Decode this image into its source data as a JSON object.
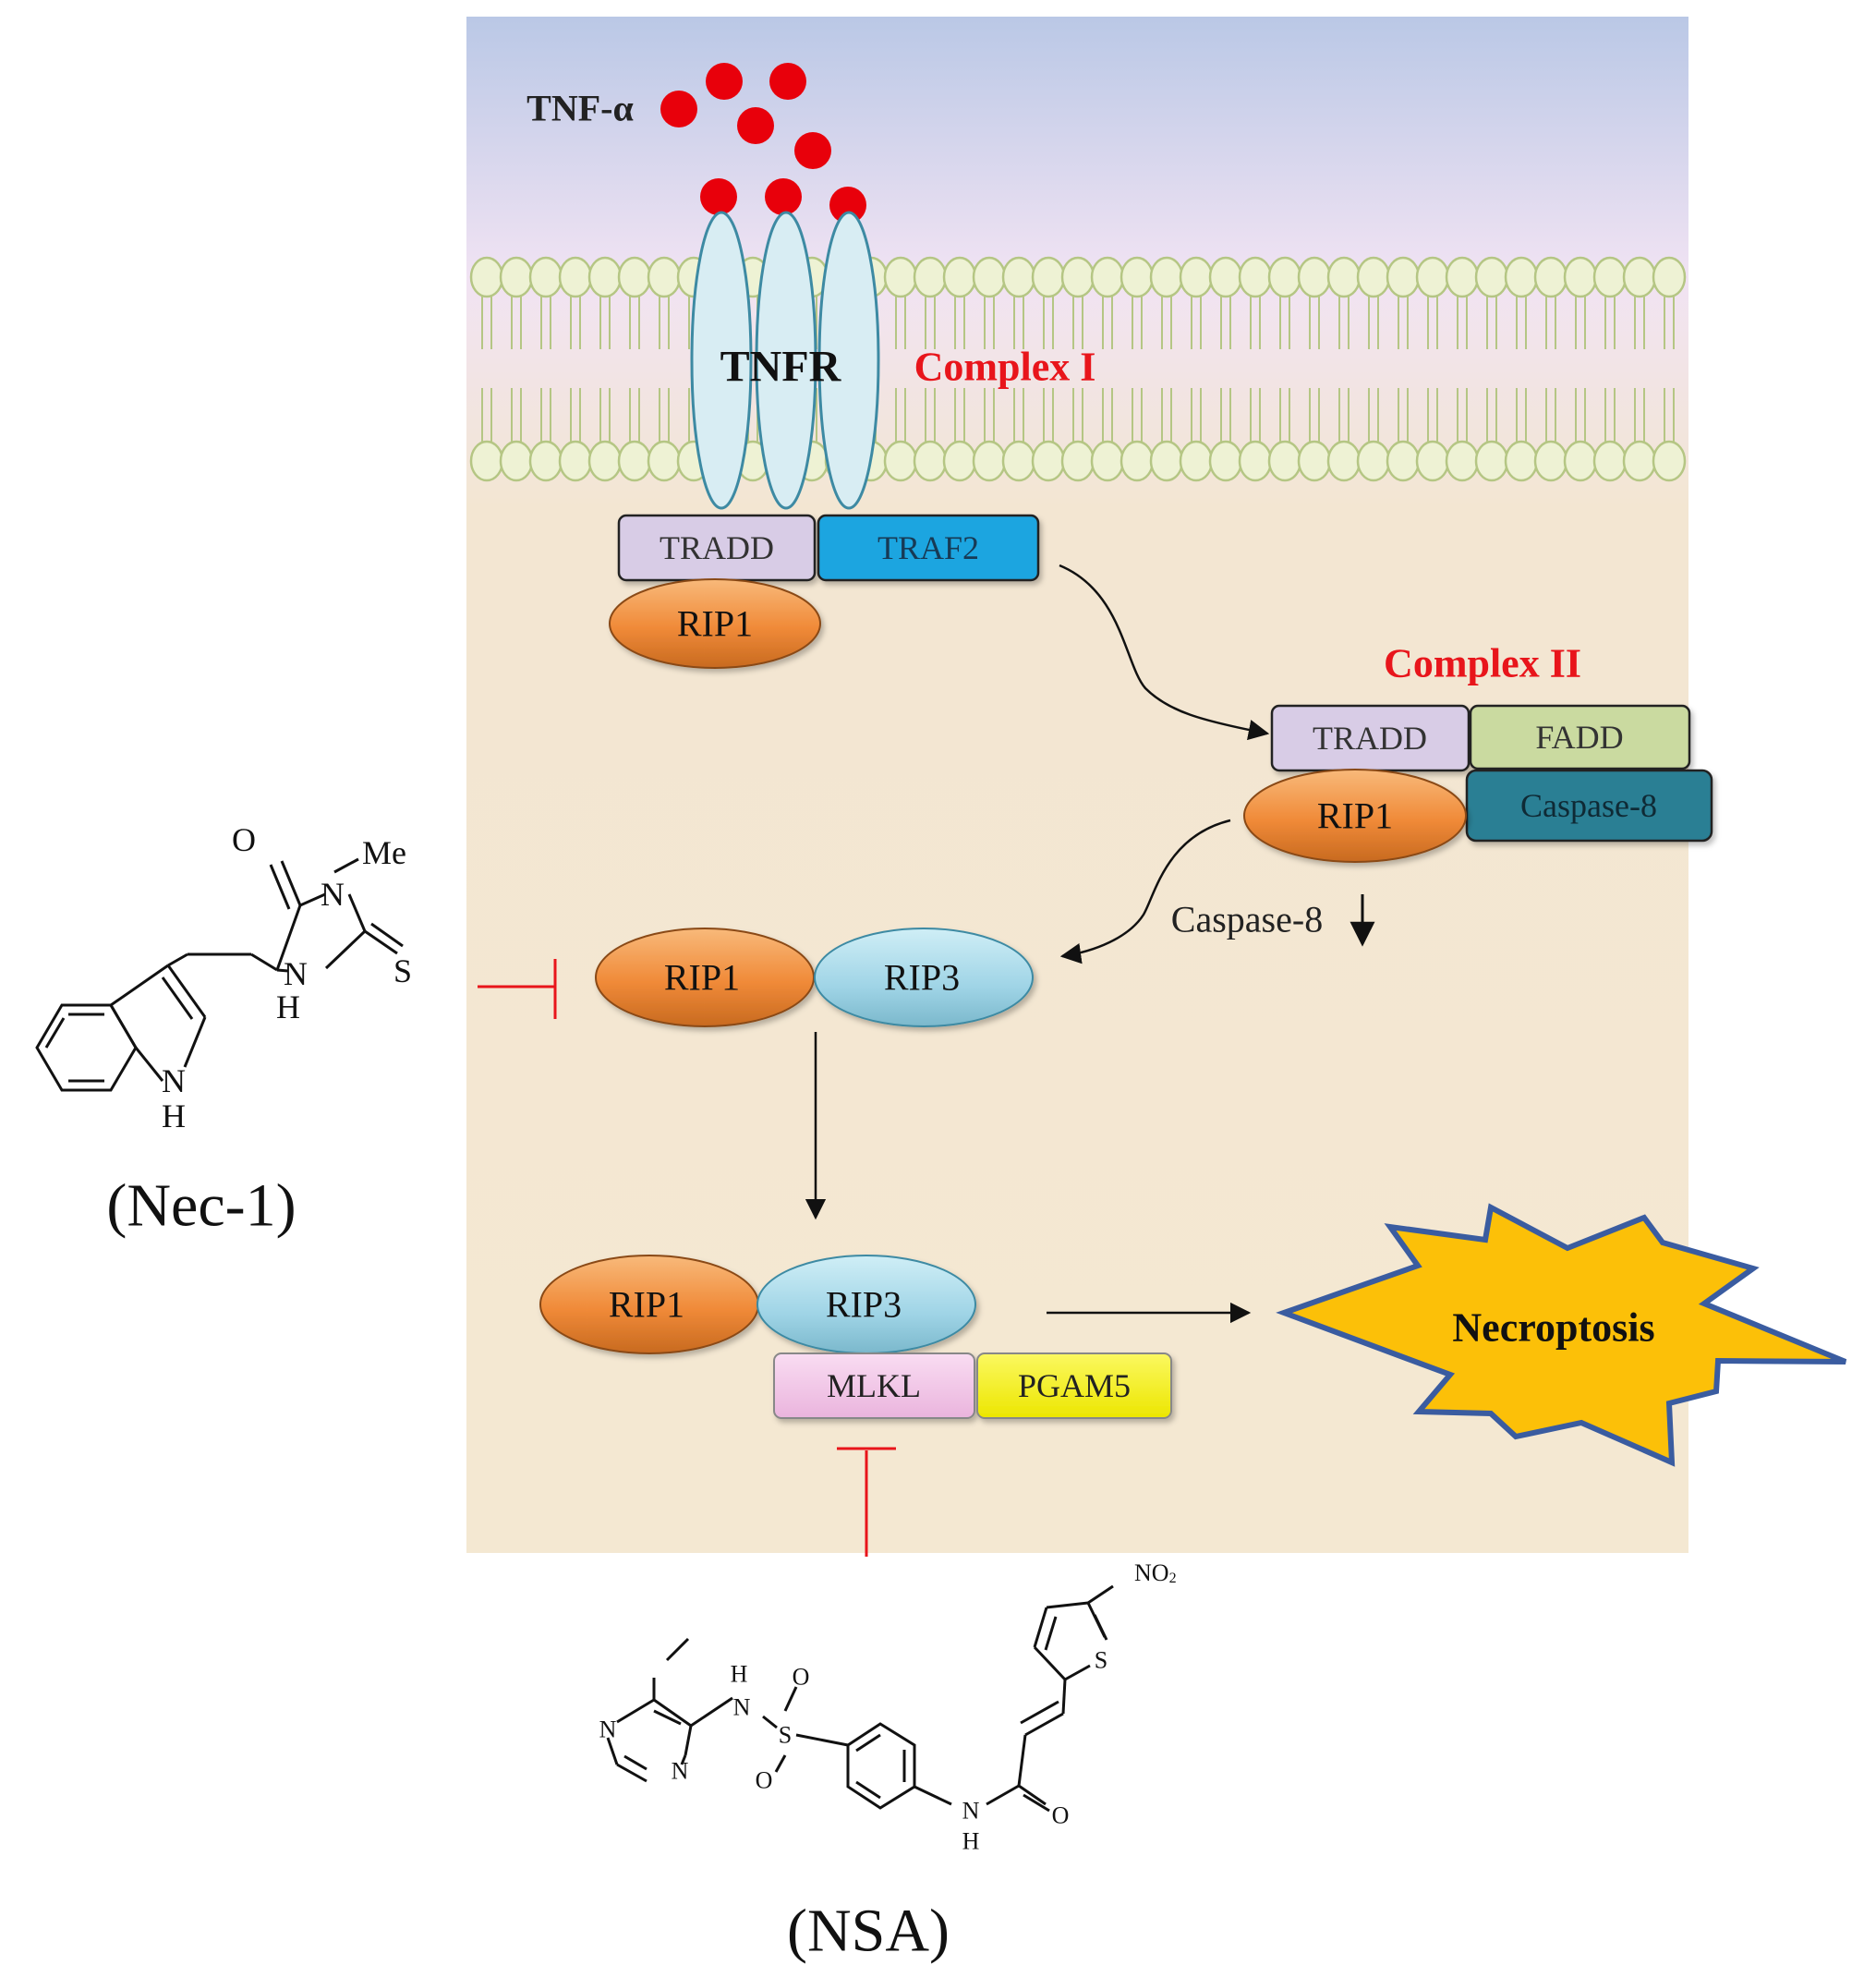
{
  "ligand": {
    "label": "TNF-α"
  },
  "receptor": {
    "label": "TNFR"
  },
  "complex_i": {
    "title": "Complex I",
    "tradd": "TRADD",
    "traf2": "TRAF2",
    "rip1": "RIP1"
  },
  "complex_ii": {
    "title": "Complex II",
    "tradd": "TRADD",
    "fadd": "FADD",
    "rip1": "RIP1",
    "caspase8": "Caspase-8"
  },
  "caspase_note": {
    "label": "Caspase-8"
  },
  "necrosome_1": {
    "rip1": "RIP1",
    "rip3": "RIP3"
  },
  "necrosome_2": {
    "rip1": "RIP1",
    "rip3": "RIP3",
    "mlkl": "MLKL",
    "pgam5": "PGAM5"
  },
  "outcome": {
    "label": "Necroptosis"
  },
  "inhibitors": {
    "nec1": {
      "label": "(Nec-1)",
      "atoms": {
        "o": "O",
        "me": "Me",
        "n1": "N",
        "s": "S",
        "n2": "N",
        "h2": "H",
        "nh_n": "N",
        "nh_h": "H"
      }
    },
    "nsa": {
      "label": "(NSA)",
      "atoms": {
        "no2": "NO",
        "no2_sub": "2",
        "s_thio": "S",
        "n_pyr1": "N",
        "n_pyr2": "N",
        "nh_top_h": "H",
        "nh_top_n": "N",
        "s_sulf": "S",
        "o1": "O",
        "o2": "O",
        "nh_bot_n": "N",
        "nh_bot_h": "H",
        "o_amide": "O"
      }
    }
  },
  "colors": {
    "ligand": "#e8000b",
    "title_red": "#e8151b",
    "inhibition": "#e8151b",
    "rip1": "#f2964a",
    "rip3": "#a8dbe8",
    "tradd": "#d8cce6",
    "traf2": "#1fa5e0",
    "fadd": "#cadaa0",
    "caspase8": "#2c7f94",
    "mlkl": "#f4c6e8",
    "pgam5": "#f6f20c",
    "star": "#fcc008",
    "star_outline": "#3a5ca0"
  }
}
